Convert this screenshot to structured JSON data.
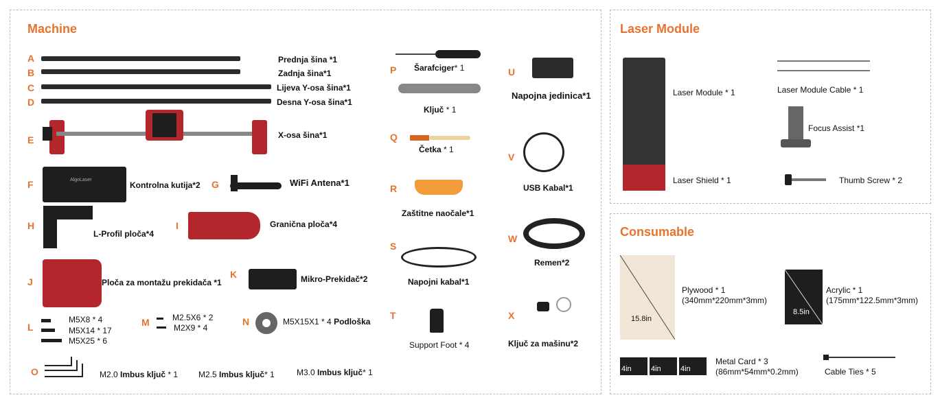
{
  "machine": {
    "title": "Machine",
    "items": [
      {
        "letter": "A",
        "label": "Prednja šina *1"
      },
      {
        "letter": "B",
        "label": "Zadnja šina*1"
      },
      {
        "letter": "C",
        "label": "Lijeva Y-osa šina*1"
      },
      {
        "letter": "D",
        "label": "Desna Y-osa šina*1"
      },
      {
        "letter": "E",
        "label": "X-osa šina*1"
      },
      {
        "letter": "F",
        "label": "Kontrolna kutija*2"
      },
      {
        "letter": "G",
        "label": "WiFi Antena*1"
      },
      {
        "letter": "H",
        "label": "L-Profil ploča*4"
      },
      {
        "letter": "I",
        "label": "Granična ploča*4"
      },
      {
        "letter": "J",
        "label": "Ploča za montažu prekidača *1"
      },
      {
        "letter": "K",
        "label": "Mikro-Prekidač*2"
      },
      {
        "letter": "L",
        "lines": [
          "M5X8 * 4",
          "M5X14 * 17",
          "M5X25 * 6"
        ]
      },
      {
        "letter": "M",
        "lines": [
          "M2.5X6 * 2",
          "M2X9 * 4"
        ]
      },
      {
        "letter": "N",
        "prefix": "M5X15X1 * 4",
        "label": "Podloška"
      },
      {
        "letter": "O",
        "keys": [
          {
            "size": "M2.0",
            "label": "Imbus ključ",
            "qty": "* 1"
          },
          {
            "size": "M2.5",
            "label": "Imbus ključ",
            "qty": "* 1"
          },
          {
            "size": "M3.0",
            "label": "Imbus ključ",
            "qty": "* 1"
          }
        ]
      },
      {
        "letter": "P",
        "label": "Šarafciger",
        "qty": "* 1"
      },
      {
        "letter": "",
        "label": "Ključ",
        "qty": "* 1"
      },
      {
        "letter": "Q",
        "label": "Četka",
        "qty": "* 1"
      },
      {
        "letter": "R",
        "label": "Zaštitne naočale*1"
      },
      {
        "letter": "S",
        "label": "Napojni kabal*1"
      },
      {
        "letter": "T",
        "label": "Support Foot * 4"
      },
      {
        "letter": "U",
        "label": "Napojna jedinica*1"
      },
      {
        "letter": "V",
        "label": "USB Kabal*1"
      },
      {
        "letter": "W",
        "label": "Remen*2"
      },
      {
        "letter": "X",
        "label": "Ključ za mašinu*2"
      }
    ],
    "logo": "AlgoLaser"
  },
  "laser_module": {
    "title": "Laser Module",
    "items": [
      "Laser Module * 1",
      "Laser Module Cable * 1",
      "Focus Assist *1",
      "Laser Shield * 1",
      "Thumb Screw * 2"
    ]
  },
  "consumable": {
    "title": "Consumable",
    "plywood": {
      "name": "Plywood * 1",
      "size": "(340mm*220mm*3mm)",
      "dim": "15.8in"
    },
    "acrylic": {
      "name": "Acrylic * 1",
      "size": "(175mm*122.5mm*3mm)",
      "dim": "8.5in"
    },
    "metal_card": {
      "name": "Metal Card * 3",
      "size": "(86mm*54mm*0.2mm)",
      "dim": "4in"
    },
    "cable_ties": {
      "name": "Cable Ties  * 5"
    }
  },
  "colors": {
    "accent": "#e8732e",
    "red_part": "#b3262b"
  }
}
